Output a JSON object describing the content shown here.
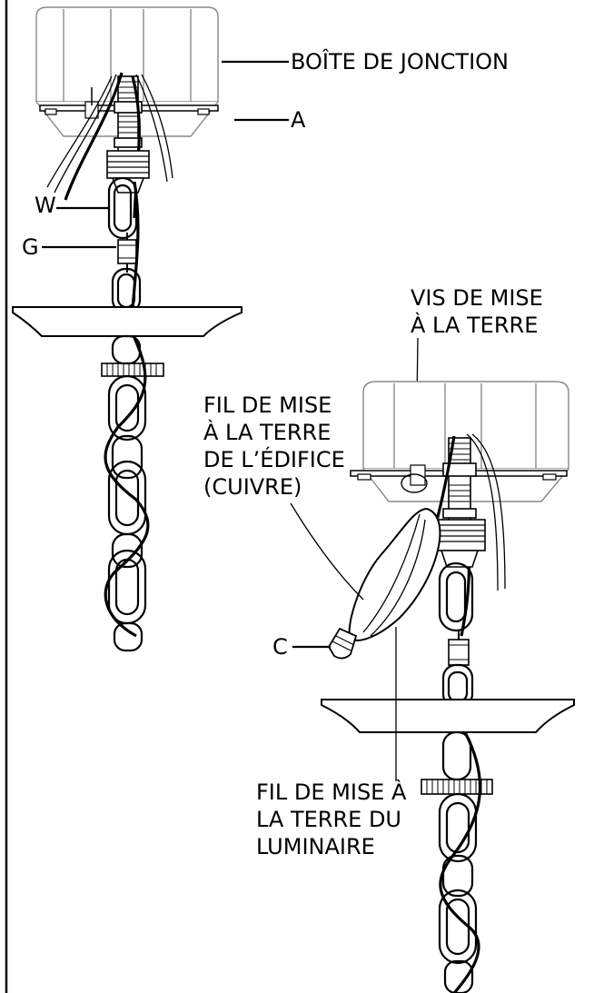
{
  "labels": {
    "junction_box": "BOÎTE DE JONCTION",
    "a": "A",
    "w": "W",
    "g": "G",
    "ground_screw_line1": "VIS DE MISE",
    "ground_screw_line2": "À LA TERRE",
    "building_ground_line1": "FIL DE MISE",
    "building_ground_line2": "À LA TERRE",
    "building_ground_line3": "DE L’ÉDIFICE",
    "building_ground_line4": "(CUIVRE)",
    "c": "C",
    "fixture_ground_line1": "FIL DE MISE À",
    "fixture_ground_line2": "LA TERRE DU",
    "fixture_ground_line3": "LUMINAIRE"
  }
}
